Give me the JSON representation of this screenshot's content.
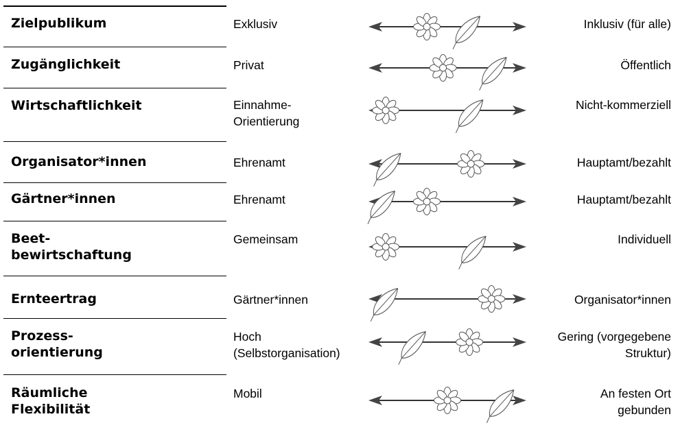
{
  "rows": [
    {
      "category": "Zielpublikum",
      "left": "Exklusiv",
      "right": "Inklusiv (für alle)",
      "flower": 0.36,
      "leaf": 0.64
    },
    {
      "category": "Zugänglichkeit",
      "left": "Privat",
      "right": "Öffentlich",
      "flower": 0.47,
      "leaf": 0.82
    },
    {
      "category": "Wirtschaftlichkeit",
      "left": "Einnahme-\nOrientierung",
      "right": "Nicht-kommerziell",
      "flower": 0.08,
      "leaf": 0.66
    },
    {
      "category": "Organisator*innen",
      "left": "Ehrenamt",
      "right": "Hauptamt/bezahlt",
      "flower": 0.66,
      "leaf": 0.1
    },
    {
      "category": "Gärtner*innen",
      "left": "Ehrenamt",
      "right": "Hauptamt/bezahlt",
      "flower": 0.36,
      "leaf": 0.06
    },
    {
      "category": "Beet-\nbewirtschaftung",
      "left": "Gemeinsam",
      "right": "Individuell",
      "flower": 0.08,
      "leaf": 0.68
    },
    {
      "category": "Ernteertrag",
      "left": "Gärtner*innen",
      "right": "Organisator*innen",
      "flower": 0.8,
      "leaf": 0.08
    },
    {
      "category": "Prozess-\norientierung",
      "left": "Hoch\n(Selbstorganisation)",
      "right": "Gering (vorgegebene\nStruktur)",
      "flower": 0.65,
      "leaf": 0.27
    },
    {
      "category": "Räumliche\nFlexibilität",
      "left": "Mobil",
      "right": "An festen Ort\ngebunden",
      "flower": 0.5,
      "leaf": 0.87
    }
  ]
}
